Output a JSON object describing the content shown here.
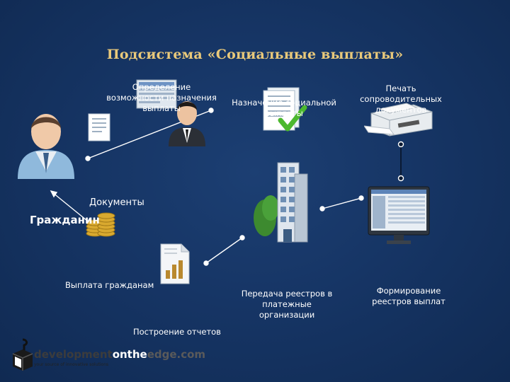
{
  "title": "Подсистема «Социальные выплаты»",
  "nodes": {
    "eligibility": "Определение возможности назначения выплаты",
    "assignment": "Назначение социальной выплаты",
    "printing": "Печать сопроводительных документов",
    "documents": "Документы",
    "citizen": "Гражданин",
    "payment": "Выплата гражданам",
    "transfer": "Передача реестров в платежные организации",
    "registers": "Формирование реестров выплат",
    "reports": "Построение отчетов"
  },
  "logo": {
    "part1": "development",
    "part2": "onthe",
    "part3": "edge.com",
    "tagline": "your source of innovative solutions"
  }
}
